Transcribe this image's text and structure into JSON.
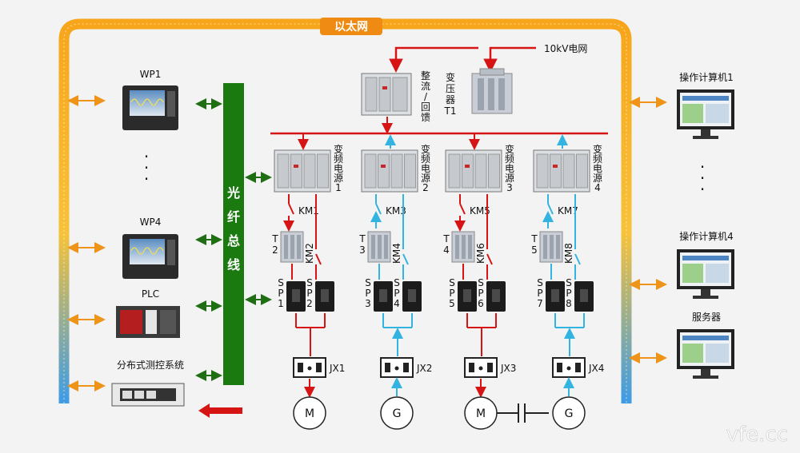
{
  "ethernet": {
    "label": "以太网"
  },
  "grid": {
    "label": "10kV电网"
  },
  "rectifier": {
    "label_chars": [
      "整",
      "流",
      "/",
      "回",
      "馈"
    ]
  },
  "transformer_main": {
    "label_chars": [
      "变",
      "压",
      "器",
      "T1"
    ]
  },
  "wave_recorders": [
    {
      "label": "WP1"
    },
    {
      "label": "WP4"
    }
  ],
  "plc": {
    "label": "PLC"
  },
  "dcs": {
    "label": "分布式测控系统"
  },
  "fiber_bus": {
    "label_chars": [
      "光",
      "纤",
      "总",
      "线"
    ]
  },
  "inverters": [
    {
      "label_chars": [
        "变",
        "频",
        "电",
        "源",
        "1"
      ]
    },
    {
      "label_chars": [
        "变",
        "频",
        "电",
        "源",
        "2"
      ]
    },
    {
      "label_chars": [
        "变",
        "频",
        "电",
        "源",
        "3"
      ]
    },
    {
      "label_chars": [
        "变",
        "频",
        "电",
        "源",
        "4"
      ]
    }
  ],
  "contactors_a": [
    {
      "label": "KM1"
    },
    {
      "label": "KM3"
    },
    {
      "label": "KM5"
    },
    {
      "label": "KM7"
    }
  ],
  "contactors_b": [
    {
      "label": "KM2"
    },
    {
      "label": "KM4"
    },
    {
      "label": "KM6"
    },
    {
      "label": "KM8"
    }
  ],
  "transformers": [
    {
      "label_chars": [
        "T",
        "2"
      ]
    },
    {
      "label_chars": [
        "T",
        "3"
      ]
    },
    {
      "label_chars": [
        "T",
        "4"
      ]
    },
    {
      "label_chars": [
        "T",
        "5"
      ]
    }
  ],
  "sensors": [
    {
      "label_chars": [
        "S",
        "P",
        "1"
      ]
    },
    {
      "label_chars": [
        "S",
        "P",
        "2"
      ]
    },
    {
      "label_chars": [
        "S",
        "P",
        "3"
      ]
    },
    {
      "label_chars": [
        "S",
        "P",
        "4"
      ]
    },
    {
      "label_chars": [
        "S",
        "P",
        "5"
      ]
    },
    {
      "label_chars": [
        "S",
        "P",
        "6"
      ]
    },
    {
      "label_chars": [
        "S",
        "P",
        "7"
      ]
    },
    {
      "label_chars": [
        "S",
        "P",
        "8"
      ]
    }
  ],
  "junctions": [
    {
      "label": "JX1"
    },
    {
      "label": "JX2"
    },
    {
      "label": "JX3"
    },
    {
      "label": "JX4"
    }
  ],
  "machines": [
    {
      "label": "M"
    },
    {
      "label": "G"
    },
    {
      "label": "M"
    },
    {
      "label": "G"
    }
  ],
  "computers": [
    {
      "label": "操作计算机1"
    },
    {
      "label": "操作计算机4"
    },
    {
      "label": "服务器"
    }
  ],
  "ellipsis": "·",
  "watermark": "vfe.cc",
  "colors": {
    "red": "#d71414",
    "blue": "#33b3e0",
    "bus_green": "#1a7a10",
    "ether_orange": "#f0a020",
    "ether_blue": "#3d9be8"
  }
}
